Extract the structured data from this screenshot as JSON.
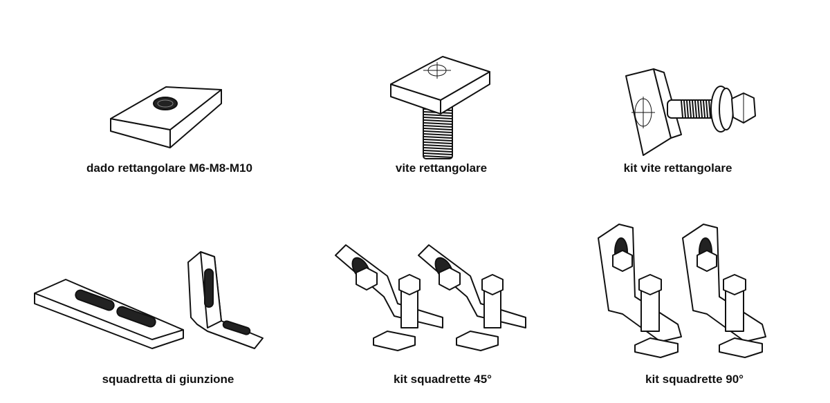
{
  "items": [
    {
      "label": "dado rettangolare M6-M8-M10",
      "icon": "rectangular-nut-icon"
    },
    {
      "label": "vite rettangolare",
      "icon": "rectangular-screw-icon"
    },
    {
      "label": "kit vite rettangolare",
      "icon": "rectangular-screw-kit-icon"
    },
    {
      "label": "squadretta di giunzione",
      "icon": "joint-bracket-icon"
    },
    {
      "label": "kit squadrette 45°",
      "icon": "bracket-kit-45-icon"
    },
    {
      "label": "kit squadrette 90°",
      "icon": "bracket-kit-90-icon"
    }
  ]
}
